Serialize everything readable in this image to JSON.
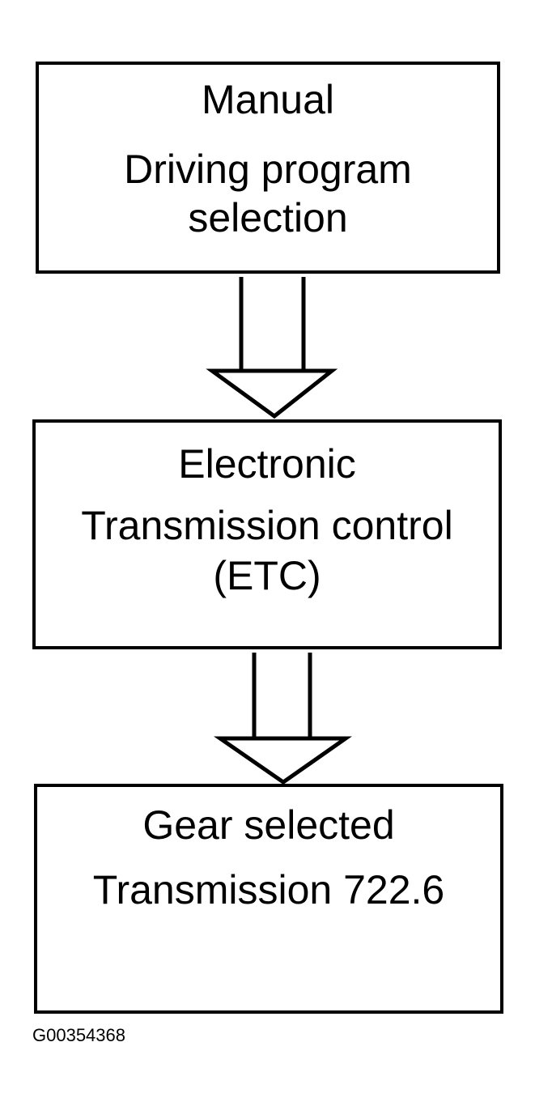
{
  "diagram": {
    "boxes": [
      {
        "id": "manual-selection",
        "lines": [
          "Manual",
          "Driving program",
          "selection"
        ]
      },
      {
        "id": "etc",
        "lines": [
          "Electronic",
          "Transmission control",
          "(ETC)"
        ]
      },
      {
        "id": "gear-selected",
        "lines": [
          "Gear selected",
          "Transmission 722.6"
        ]
      }
    ],
    "connections": [
      {
        "from": "manual-selection",
        "to": "etc",
        "style": "hollow-double-arrow"
      },
      {
        "from": "etc",
        "to": "gear-selected",
        "style": "hollow-double-arrow"
      }
    ],
    "figure_code": "G00354368"
  }
}
